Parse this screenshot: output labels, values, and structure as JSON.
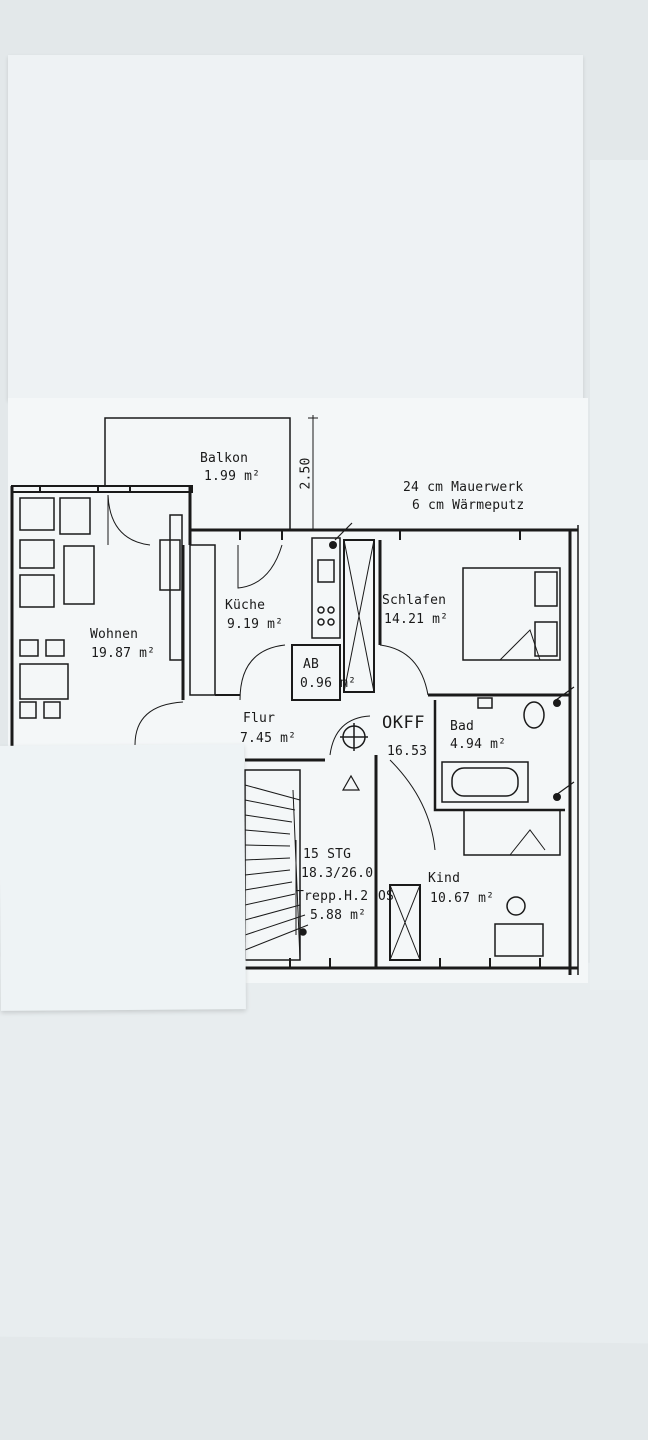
{
  "plan": {
    "wall_note_1": "24 cm Mauerwerk",
    "wall_note_2": "6 cm Wärmeputz",
    "dimension": "2.50",
    "level_mark": "OKFF",
    "level_value": "16.53",
    "stair_side_mark": "OS",
    "rooms": [
      {
        "name": "Balkon",
        "area": "1.99 m²"
      },
      {
        "name": "Wohnen",
        "area": "19.87 m²"
      },
      {
        "name": "Küche",
        "area": "9.19 m²"
      },
      {
        "name": "AB",
        "area": "0.96 m²"
      },
      {
        "name": "Schlafen",
        "area": "14.21 m²"
      },
      {
        "name": "Flur",
        "area": "7.45 m²"
      },
      {
        "name": "Bad",
        "area": "4.94 m²"
      },
      {
        "name": "Kind",
        "area": "10.67 m²"
      }
    ],
    "stairs": {
      "steps": "15 STG",
      "ratio": "18.3/26.0",
      "name": "Trepp.H.2",
      "area": "5.88 m²"
    }
  },
  "colors": {
    "ink": "#1a1a1a",
    "paper": "#f4f7f8",
    "background": "#e3e8ea",
    "cover_paper": "#eef3f5"
  }
}
